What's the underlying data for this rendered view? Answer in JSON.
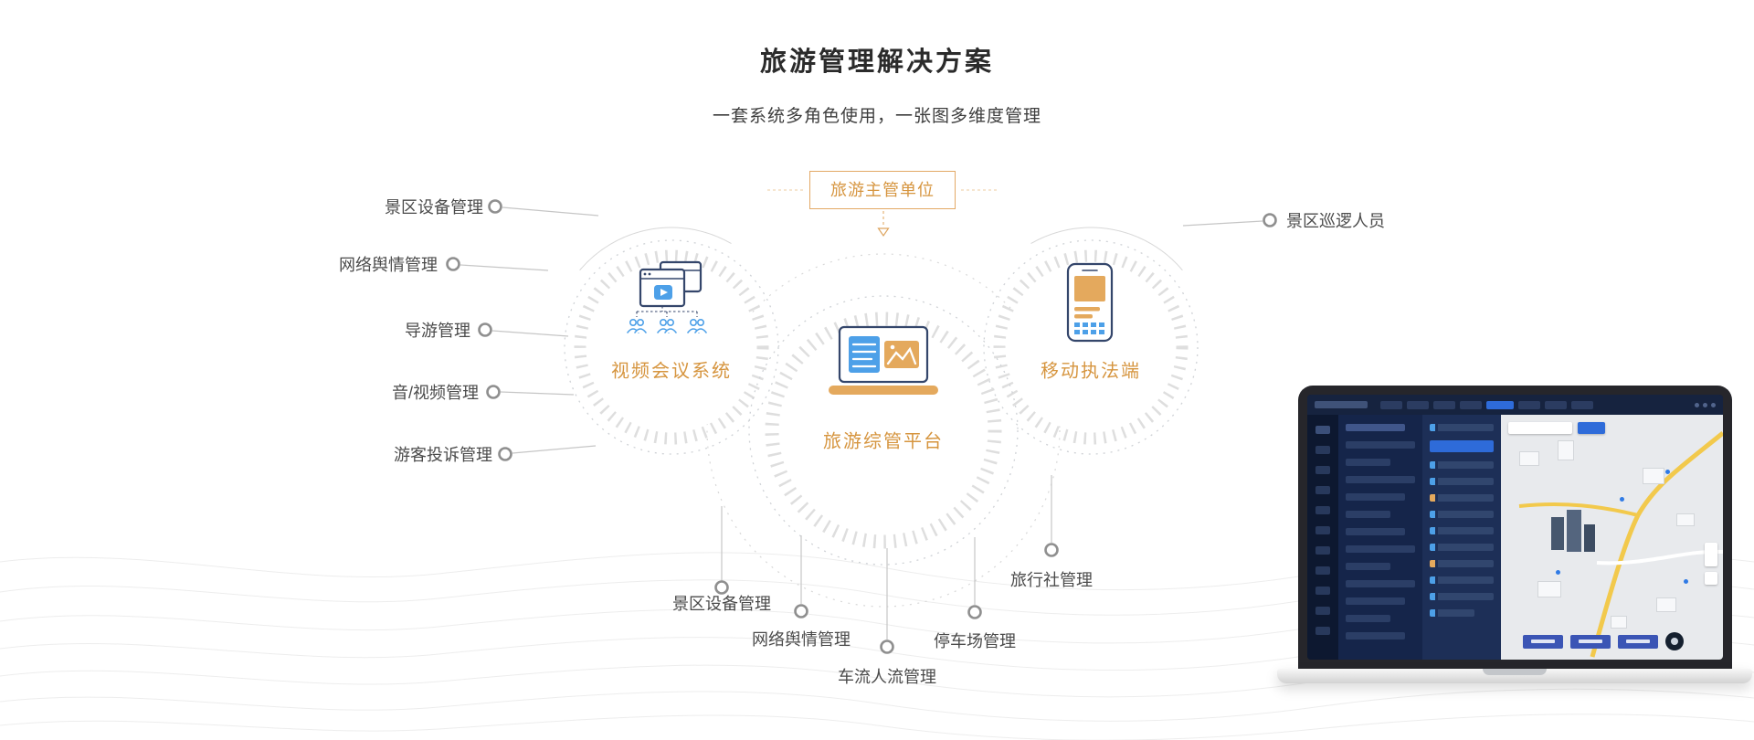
{
  "header": {
    "title": "旅游管理解决方案",
    "subtitle": "一套系统多角色使用，一张图多维度管理"
  },
  "diagram": {
    "authority_box": "旅游主管单位",
    "nodes": {
      "video": "视频会议系统",
      "platform": "旅游综管平台",
      "mobile": "移动执法端"
    },
    "left_labels": [
      "景区设备管理",
      "网络舆情管理",
      "导游管理",
      "音/视频管理",
      "游客投诉管理"
    ],
    "right_labels": [
      "景区巡逻人员"
    ],
    "bottom_labels": [
      "景区设备管理",
      "网络舆情管理",
      "车流人流管理",
      "停车场管理",
      "旅行社管理"
    ]
  },
  "icons": {
    "video_node": "video-conference-icon",
    "platform_node": "laptop-dashboard-icon",
    "mobile_node": "mobile-enforcement-icon"
  },
  "colors": {
    "accent": "#D6953F",
    "accent_light": "#E4A95D",
    "icon_blue": "#4DA0E8",
    "icon_navy": "#34466B",
    "line": "#C9C9C9",
    "highlight_blue": "#2E6BD9",
    "road_yellow": "#F2C94C",
    "laptop_navy": "#1B2A4C"
  }
}
